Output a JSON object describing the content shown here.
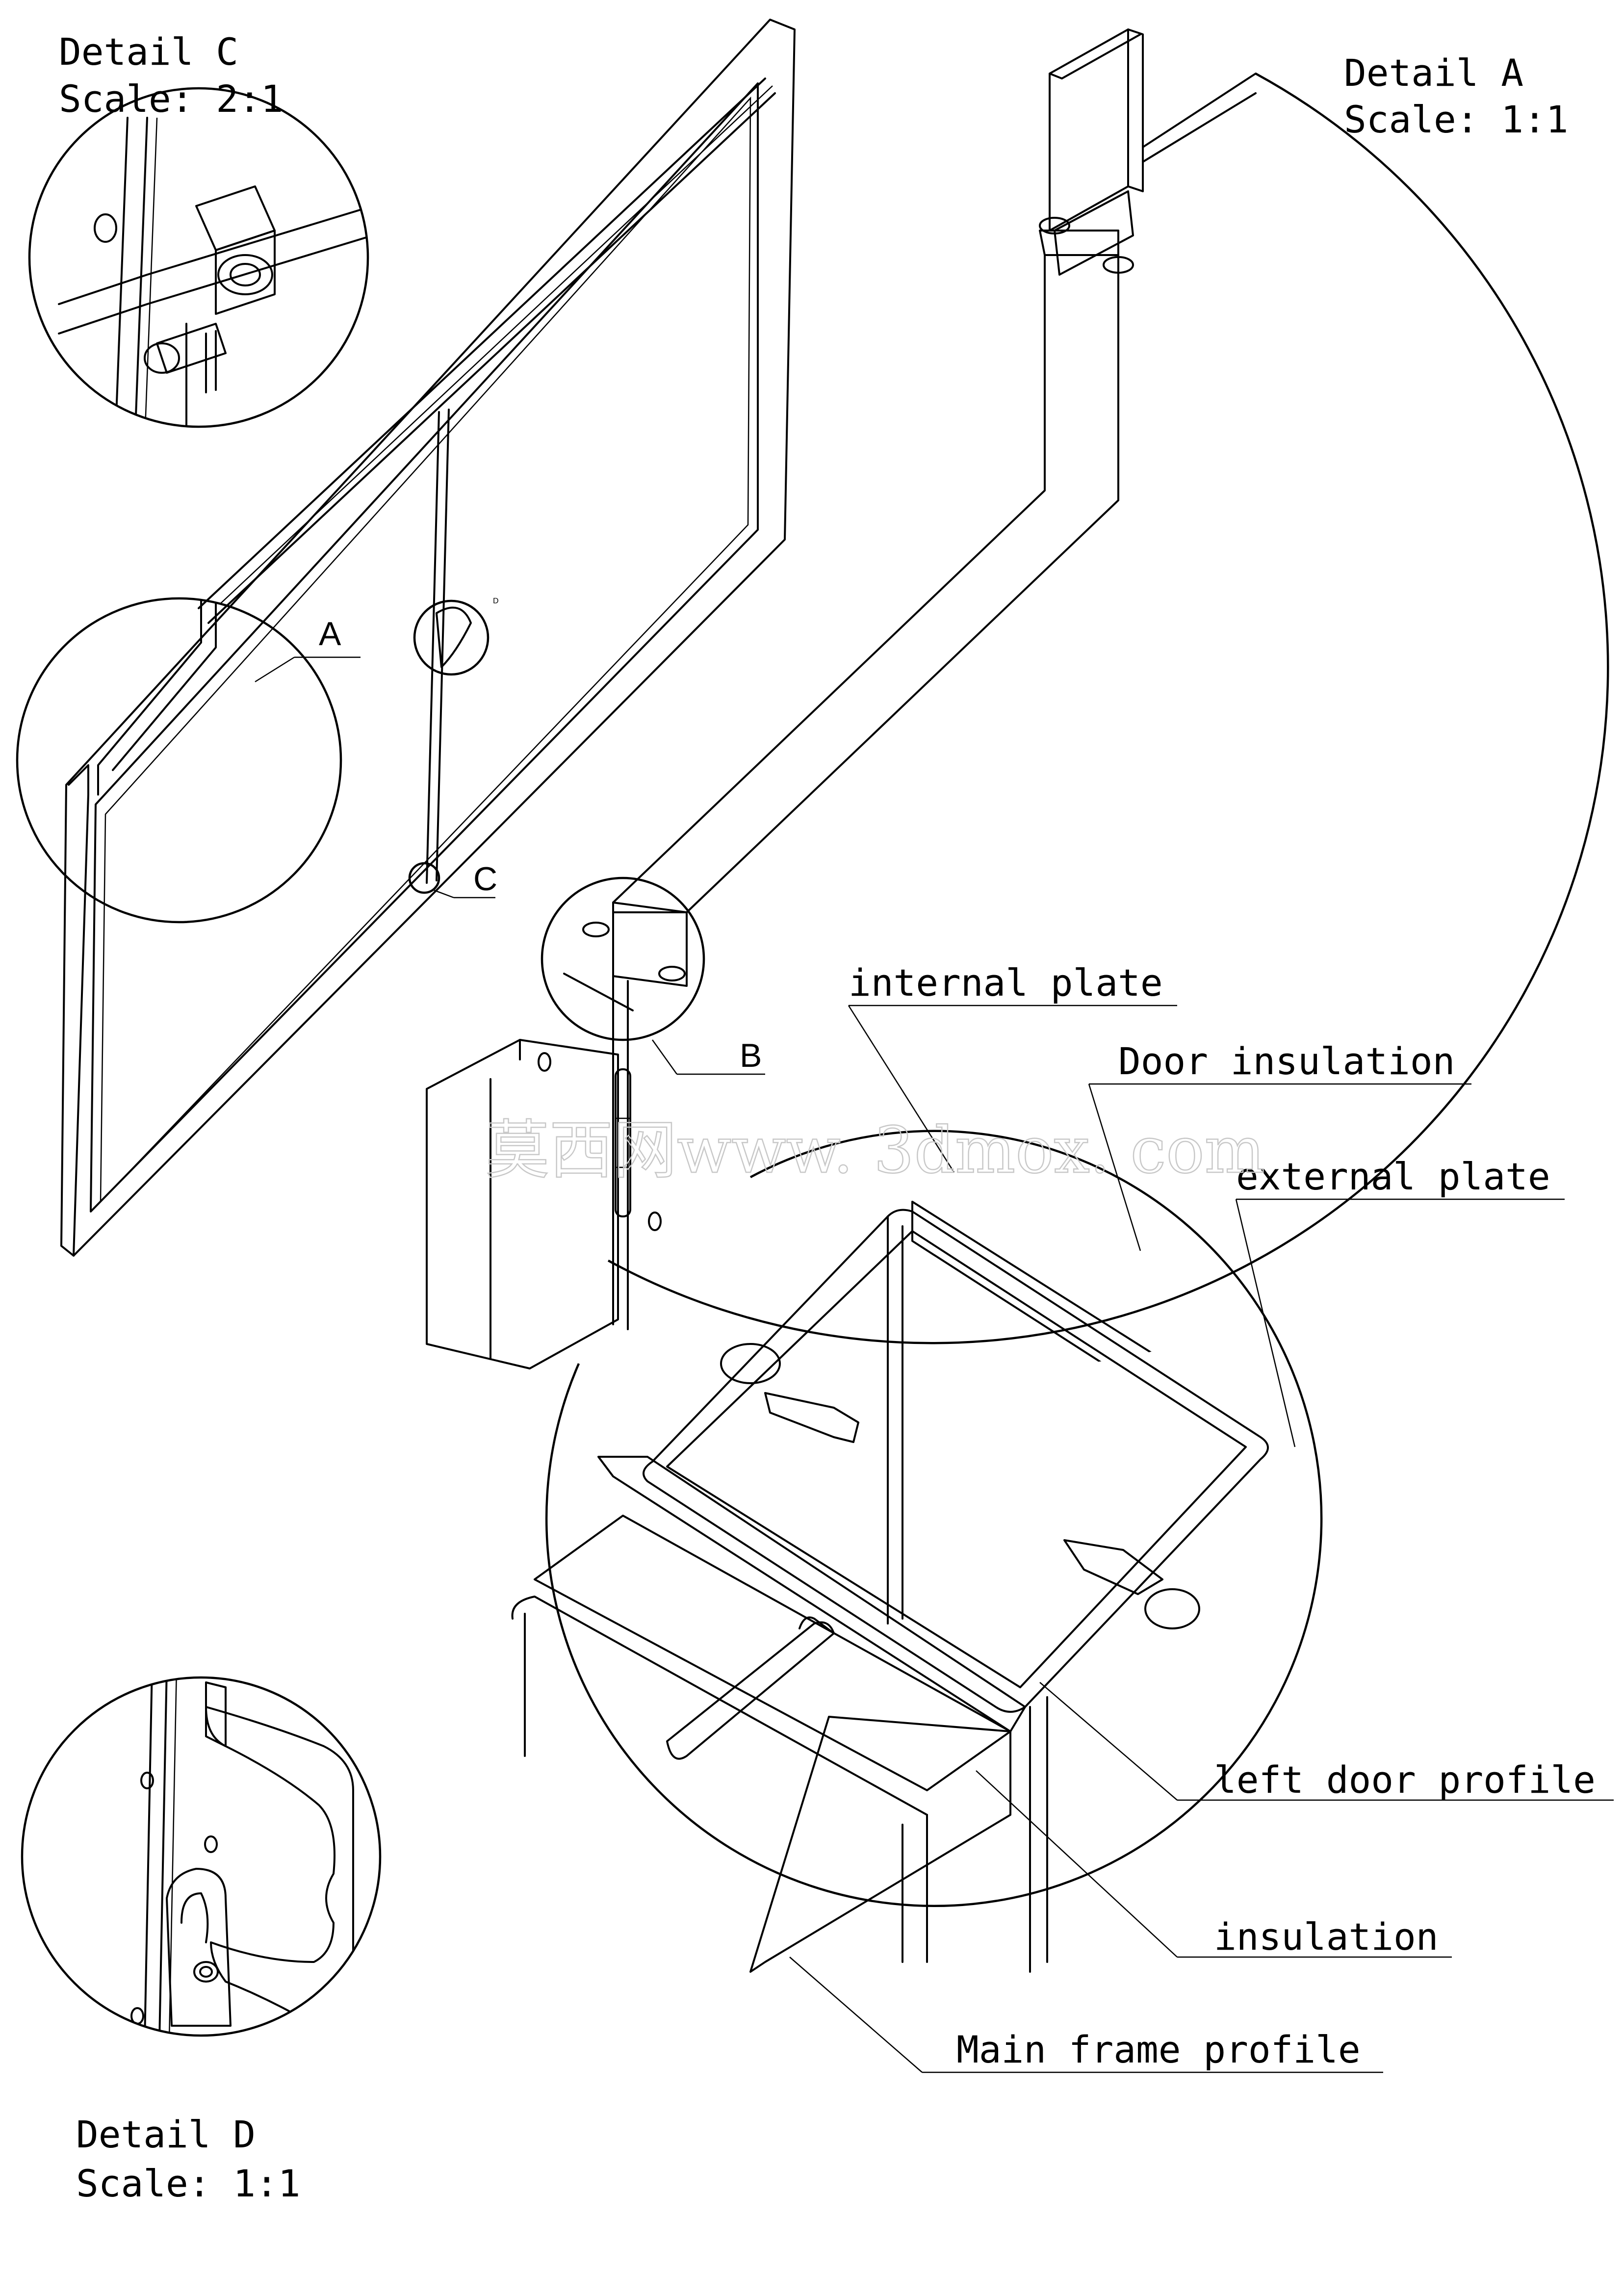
{
  "details": {
    "c": {
      "title": "Detail C",
      "scale": "Scale:  2:1"
    },
    "a": {
      "title": "Detail A",
      "scale": "Scale:  1:1"
    },
    "d": {
      "title": "Detail D",
      "scale": "Scale:  1:1"
    }
  },
  "callouts": {
    "a": "A",
    "b": "B",
    "c": "C",
    "d": "D"
  },
  "labels": {
    "internal_plate": "internal plate",
    "door_insulation": "Door insulation",
    "external_plate": "external plate",
    "left_door_profile": "left door profile",
    "insulation": "insulation",
    "main_frame_profile": "Main frame profile"
  },
  "watermark": "莫西网www. 3dmox. com"
}
